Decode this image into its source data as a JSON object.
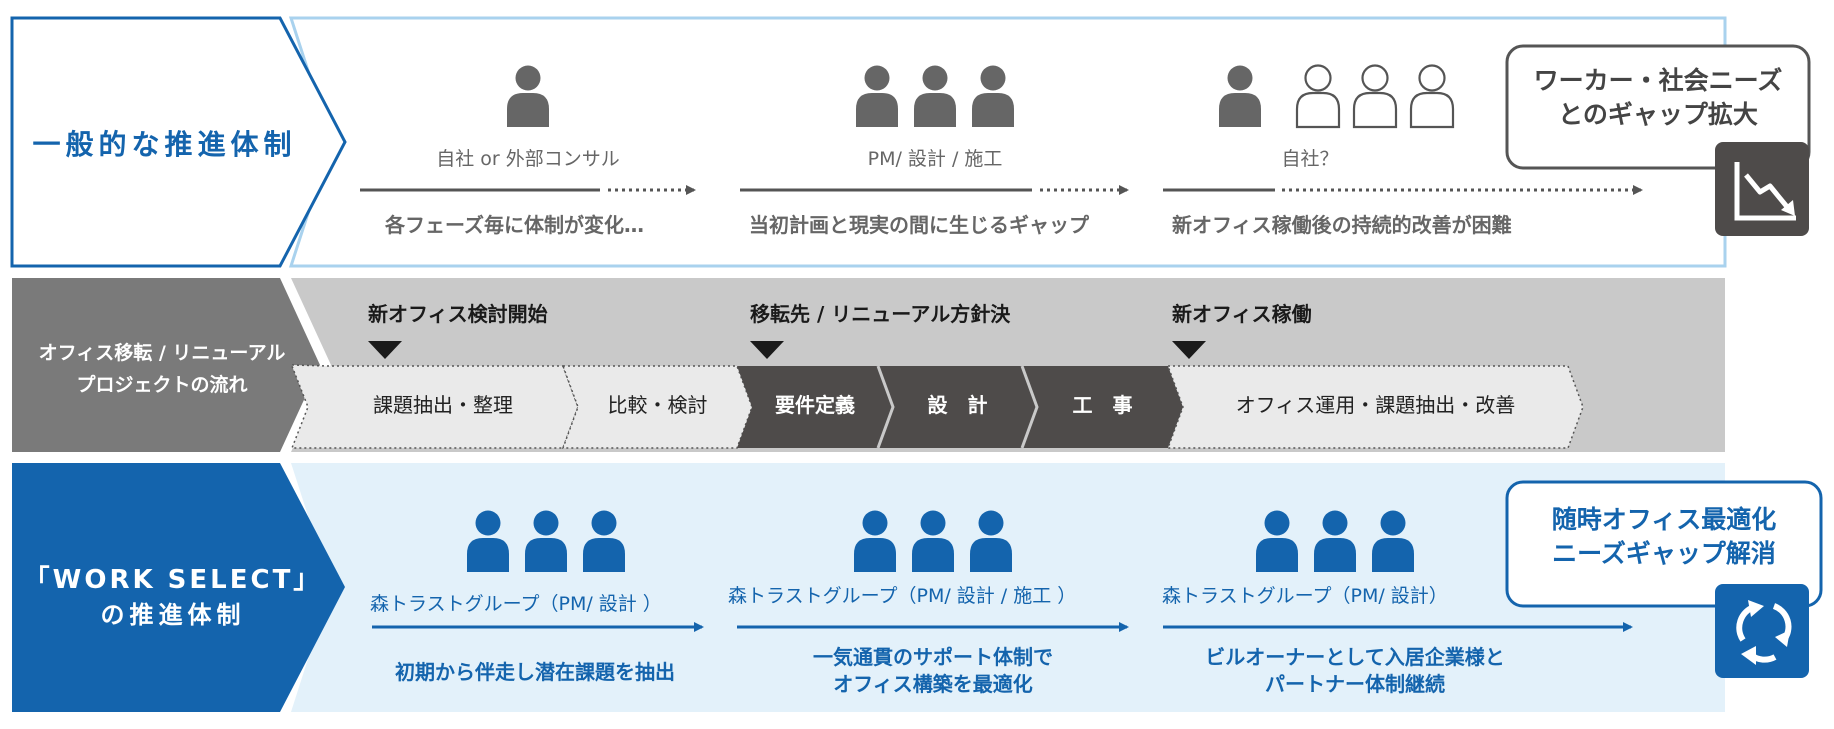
{
  "colors": {
    "blue": "#1464ad",
    "light_blue_bg": "#e3f1fa",
    "light_blue_border": "#a9d2ee",
    "gray_dark": "#4e4b4a",
    "gray_text": "#666666",
    "gray_mid": "#7a7a7a",
    "gray_band": "#c9c9c9",
    "chevron_light": "#eaeaea"
  },
  "general": {
    "title": "一般的な推進体制",
    "groups": [
      {
        "people_icon": "person-solid",
        "label": "自社 or 外部コンサル",
        "caption": "各フェーズ毎に体制が変化…"
      },
      {
        "people_icon": "people-three-solid",
        "label": "PM/ 設計 / 施工",
        "caption": "当初計画と現実の間に生じるギャップ"
      },
      {
        "people_icon": "person-solid-plus-outline",
        "label": "自社？",
        "caption": "新オフィス稼働後の持続的改善が困難"
      }
    ],
    "callout": {
      "line1": "ワーカー・社会ニーズ",
      "line2": "とのギャップ拡大",
      "icon": "trend-down-icon"
    }
  },
  "flow": {
    "title_line1": "オフィス移転 / リニューアル",
    "title_line2": "プロジェクトの流れ",
    "milestones": [
      "新オフィス検討開始",
      "移転先 / リニューアル方針決",
      "新オフィス稼働"
    ],
    "phases": [
      "課題抽出・整理",
      "比較・検討",
      "要件定義",
      "設　計",
      "工　事",
      "オフィス運用・課題抽出・改善"
    ]
  },
  "work_select": {
    "title_line1": "「WORK SELECT」",
    "title_line2": "の推進体制",
    "groups": [
      {
        "people_icon": "people-three-blue",
        "label": "森トラストグループ（PM/ 設計 ）",
        "caption_line1": "初期から伴走し潜在課題を抽出",
        "caption_line2": ""
      },
      {
        "people_icon": "people-three-blue",
        "label": "森トラストグループ（PM/ 設計 / 施工 ）",
        "caption_line1": "一気通貫のサポート体制で",
        "caption_line2": "オフィス構築を最適化"
      },
      {
        "people_icon": "people-three-blue",
        "label": "森トラストグループ（PM/ 設計）",
        "caption_line1": "ビルオーナーとして入居企業様と",
        "caption_line2": "パートナー体制継続"
      }
    ],
    "callout": {
      "line1": "随時オフィス最適化",
      "line2": "ニーズギャップ解消",
      "icon": "cycle-icon"
    }
  }
}
